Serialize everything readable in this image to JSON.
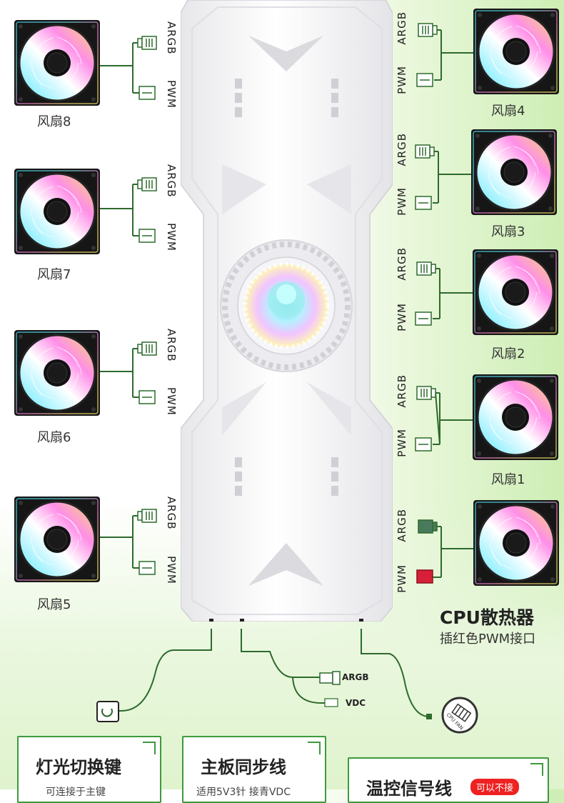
{
  "fans": {
    "fan8": "风扇8",
    "fan7": "风扇7",
    "fan6": "风扇6",
    "fan5": "风扇5",
    "fan4": "风扇4",
    "fan3": "风扇3",
    "fan2": "风扇2",
    "fan1": "风扇1"
  },
  "connectors": {
    "argb": "ARGB",
    "pwm": "PWM",
    "vdc": "VDC",
    "cpu_fan": "CPU FAN"
  },
  "cpu": {
    "title": "CPU散热器",
    "subtitle": "插红色PWM接口"
  },
  "cards": {
    "light_key": {
      "title": "灯光切换键",
      "text": "可连接于主键"
    },
    "mb_sync": {
      "title": "主板同步线",
      "text": "适用5V3针 接青VDC"
    },
    "temp_signal": {
      "title": "温控信号线",
      "badge": "可以不接"
    }
  },
  "colors": {
    "accent_green": "#3d9a3d",
    "cpu_red": "#d6203a",
    "hub_white": "#f4f4f6"
  }
}
